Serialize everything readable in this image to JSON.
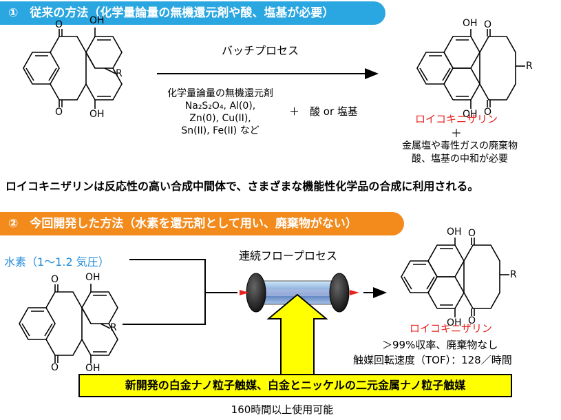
{
  "section1": {
    "title": "①　従来の方法（化学量論量の無機還元剤や酸、塩基が必要）",
    "process_label": "バッチプロセス",
    "reagent_heading": "化学量論量の無機還元剤",
    "reagent_line2": "Na₂S₂O₄, Al(0),",
    "reagent_line3": "Zn(0), Cu(II),",
    "reagent_line4": "Sn(II), Fe(II) など",
    "plus_reagent": "＋　酸 or 塩基",
    "product_name": "ロイコキニザリン",
    "plus": "＋",
    "waste_line1": "金属塩や毒性ガスの廃棄物",
    "waste_line2": "酸、塩基の中和が必要"
  },
  "statement": "ロイコキニザリンは反応性の高い合成中間体で、さまざまな機能性化学品の合成に利用される。",
  "section2": {
    "title": "②　今回開発した方法（水素を還元剤として用い、廃棄物がない）",
    "hydrogen_label": "水素（1〜1.2 気圧）",
    "process_label": "連続フロープロセス",
    "product_name": "ロイコキニザリン",
    "result_line1": "＞99%収率、廃棄物なし",
    "result_line2": "触媒回転速度（TOF）：128／時間",
    "catalyst_box": "新開発の白金ナノ粒子触媒、白金とニッケルの二元金属ナノ粒子触媒",
    "durability": "160時間以上使用可能"
  },
  "molecules": {
    "oh": "OH",
    "o": "O",
    "r": "R"
  }
}
